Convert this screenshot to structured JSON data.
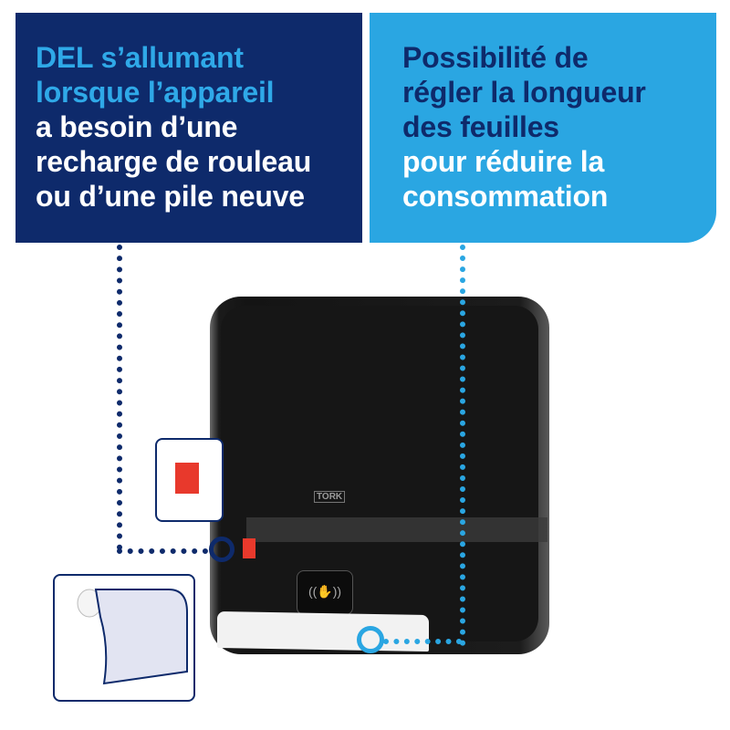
{
  "left_panel": {
    "lines": [
      "DEL s’allumant",
      "lorsque l’appareil",
      "a besoin d’une",
      "recharge de rouleau",
      "ou d’une pile neuve"
    ]
  },
  "right_panel": {
    "lines": [
      "Possibilité de",
      "régler la longueur",
      "des feuilles",
      "pour réduire la",
      "consommation"
    ]
  },
  "product": {
    "brand_logo": "TORK",
    "sensor_icon": "hand-wave-icon",
    "led_color": "#e8392c"
  },
  "colors": {
    "navy": "#0e2a6b",
    "light_blue": "#2aa6e2"
  }
}
